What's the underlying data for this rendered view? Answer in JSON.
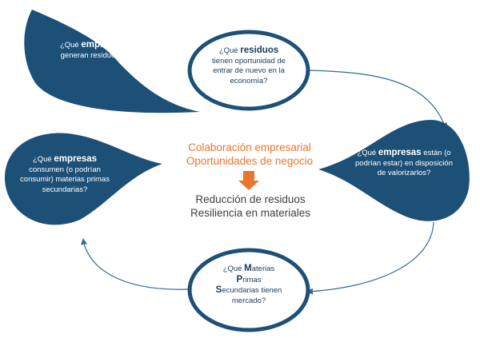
{
  "colors": {
    "node_fill": "#1d5077",
    "node_stroke": "#1d5077",
    "arrow": "#2f6b95",
    "orange": "#e8762e",
    "text_dark": "#1d3c55",
    "text_grey": "#404040"
  },
  "nodes": {
    "top_left": {
      "pre": "¿Qué ",
      "bold": "empresas",
      "rest": "generan residuos?"
    },
    "top_center": {
      "pre": "¿Qué ",
      "bold": "residuos",
      "rest": "tienen oportunidad de entrar de nuevo en la economía?"
    },
    "right": {
      "pre": "¿Qué ",
      "bold": "empresas",
      "rest": " están (o podrían estar) en disposición de valorizarlos?"
    },
    "left": {
      "pre": "¿Qué ",
      "bold": "empresas",
      "rest": "consumen (o podrían consumir) materias primas secundarias?"
    },
    "bottom": {
      "pre": "¿Qué ",
      "b1": "M",
      "t1": "aterias",
      "b2": "P",
      "t2": "rimas",
      "b3": "S",
      "t3": "ecundarias",
      "rest": " tienen mercado?"
    }
  },
  "center": {
    "line1": "Colaboración empresarial",
    "line2": "Oportunidades de negocio",
    "result1": "Reducción de residuos",
    "result2": "Resiliencia en materiales",
    "arrow_icon": "down-arrow-icon"
  }
}
